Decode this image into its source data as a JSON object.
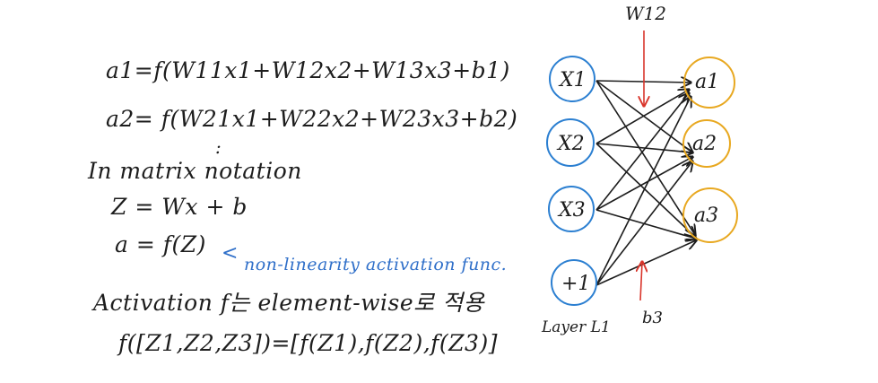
{
  "notes": {
    "eq_a1": "a1=f(W11x1+W12x2+W13x3+b1)",
    "eq_a2": "a2= f(W21x1+W22x2+W23x3+b2)",
    "dots": ":",
    "matrix_heading": "In matrix notation",
    "eq_z": "Z = Wx + b",
    "eq_a": "a = f(Z)",
    "arrow": "<",
    "annotation": "non-linearity activation func.",
    "activation_line": "Activation f는 element-wise로 적용",
    "eq_elementwise": "f([Z1,Z2,Z3])=[f(Z1),f(Z2),f(Z3)]"
  },
  "network": {
    "inputs": [
      "X1",
      "X2",
      "X3",
      "+1"
    ],
    "outputs": [
      "a1",
      "a2",
      "a3"
    ],
    "weight_label": "W12",
    "bias_label": "b3",
    "layer_label": "Layer L1"
  },
  "colors": {
    "ink": "#1d1d1d",
    "input_circle": "#2b7fd1",
    "output_circle": "#e8a820",
    "annotation": "#2f6fc9",
    "arrow_red": "#d9352b"
  }
}
